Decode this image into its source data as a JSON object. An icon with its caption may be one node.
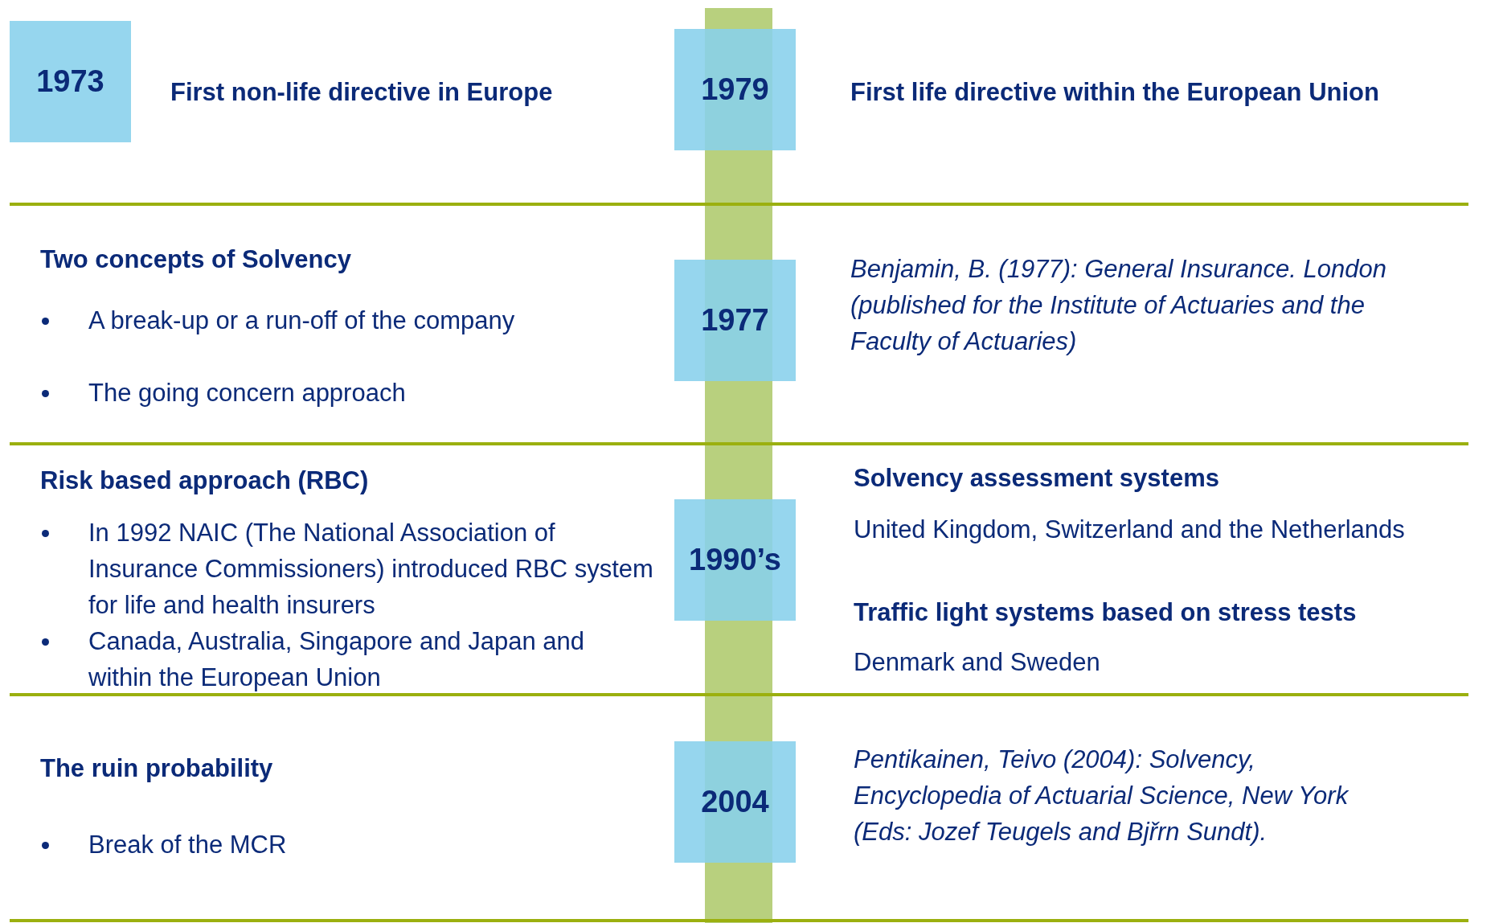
{
  "diagram": {
    "nodes": [
      {
        "text": [
          "1973"
        ]
      },
      {
        "text": [
          "1979"
        ]
      },
      {
        "text": [
          "1977"
        ]
      },
      {
        "text": [
          "1990’s"
        ]
      },
      {
        "text": [
          "2004"
        ]
      }
    ],
    "labels": [
      "First non-life directive in Europe",
      "First life directive within the European Union",
      "Two concepts of Solvency",
      "A break-up or a run-off of the company",
      "The going concern approach",
      "Benjamin, B. (1977): General Insurance. London (published for the Institute of Actuaries and the Faculty of Actuaries)",
      "Risk based approach (RBC)",
      "In 1992 NAIC (The National Association of Insurance Commissioners) introduced RBC system for life and health insurers",
      "Canada, Australia, Singapore and Japan and within the European Union",
      "Solvency assessment systems",
      "United Kingdom, Switzerland and the Netherlands",
      "Traffic light systems based on stress tests",
      "Denmark and Sweden",
      "The ruin probability",
      "Break of the MCR",
      "Pentikainen, Teivo (2004): Solvency, Encyclopedia of Actuarial Science, New York (Eds: Jozef Teugels and Bjřrn Sundt)."
    ]
  }
}
